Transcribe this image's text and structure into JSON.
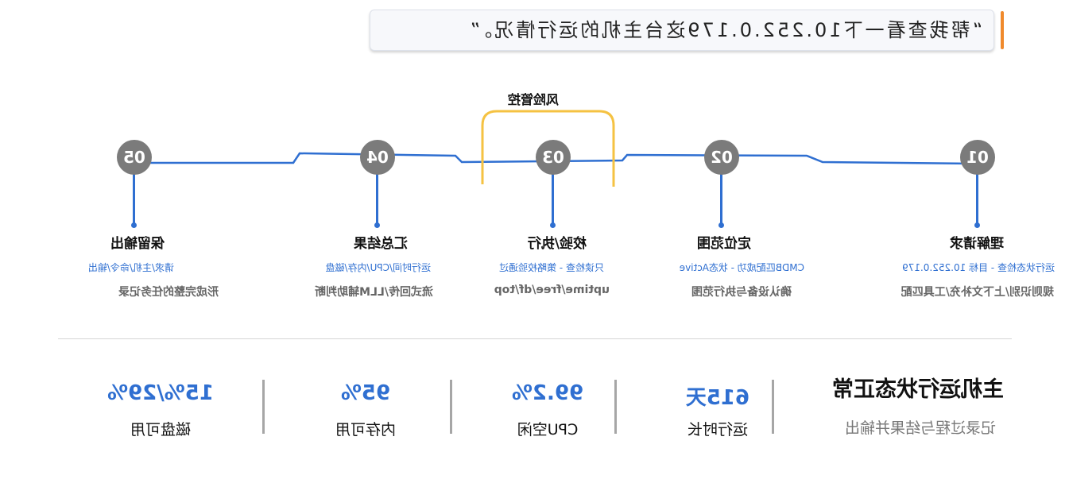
{
  "request": {
    "text": "“帮我查看一下10.252.0.179这台主机的运行情况。”",
    "accent_color": "#f08a2c"
  },
  "flow": {
    "line_color": "#2f6fd1",
    "risk_box_color": "#f5c242",
    "risk_label": "风险管控",
    "steps": [
      {
        "number": "01",
        "title": "理解请求",
        "detail": "运行状态检查 - 目标 10.252.0.179",
        "note": "规则识别/上下文补充/工具匹配"
      },
      {
        "number": "02",
        "title": "定位范围",
        "detail": "CMDB匹配成功 - 状态Active",
        "note": "确认设备与执行范围"
      },
      {
        "number": "03",
        "title": "校验/执行",
        "detail": "只读检查 - 策略校验通过",
        "note": "uptime/free/df/top"
      },
      {
        "number": "04",
        "title": "汇总结果",
        "detail": "运行时间/CPU/内存/磁盘",
        "note": "流式回传/LLM辅助判断"
      },
      {
        "number": "05",
        "title": "保留输出",
        "detail": "请求/主机/命令/输出",
        "note": "形成完整的任务记录"
      }
    ]
  },
  "summary": {
    "title": "主机运行状态正常",
    "subtitle": "记录过程与结果并输出",
    "metrics": [
      {
        "value": "615天",
        "label": "运行时长"
      },
      {
        "value": "99.2%",
        "label": "CPU空闲"
      },
      {
        "value": "95%",
        "label": "内存可用"
      },
      {
        "value": "15%/29%",
        "label": "磁盘可用"
      }
    ]
  }
}
